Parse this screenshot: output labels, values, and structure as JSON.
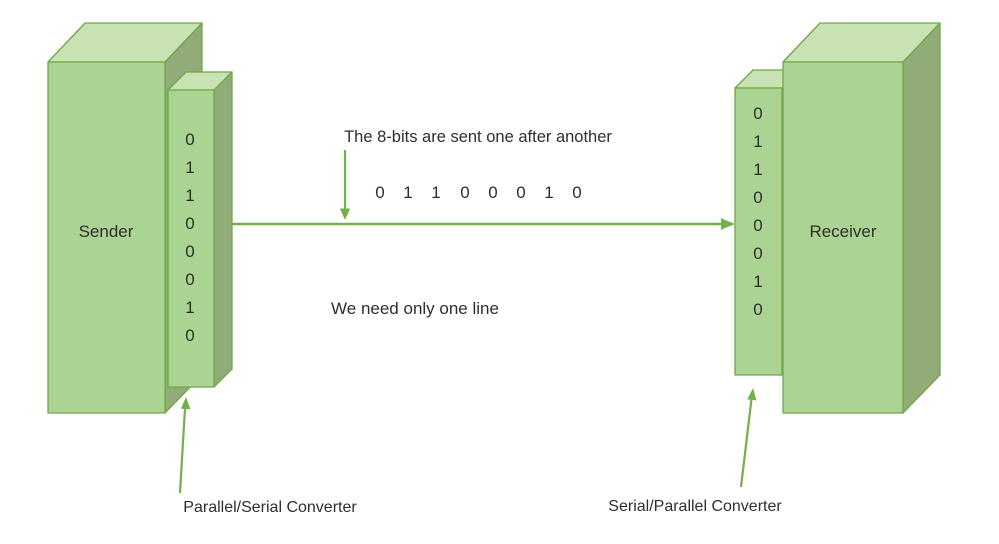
{
  "sender": {
    "label": "Sender"
  },
  "receiver": {
    "label": "Receiver"
  },
  "sender_converter": {
    "label": "Parallel/Serial Converter",
    "bits": [
      "0",
      "1",
      "1",
      "0",
      "0",
      "0",
      "1",
      "0"
    ]
  },
  "receiver_converter": {
    "label": "Serial/Parallel Converter",
    "bits": [
      "0",
      "1",
      "1",
      "0",
      "0",
      "0",
      "1",
      "0"
    ]
  },
  "channel": {
    "caption_top": "The 8-bits are sent one after another",
    "caption_bottom": "We need only one line",
    "bits": [
      "0",
      "1",
      "1",
      "0",
      "0",
      "0",
      "1",
      "0"
    ]
  },
  "colors": {
    "box_front": "#abd391",
    "box_top": "#c9e2b3",
    "box_side": "#91ac79",
    "outline": "#6fa848",
    "arrow": "#74b04a",
    "text": "#2e2e2e",
    "background": "#ffffff"
  }
}
